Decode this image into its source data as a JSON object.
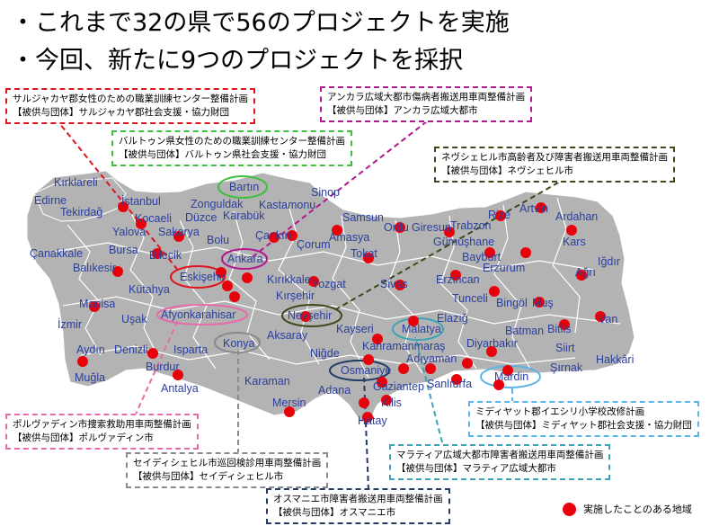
{
  "bullets": [
    "・これまで32の県で56のプロジェクトを実施",
    "・今回、新たに9つのプロジェクトを採択"
  ],
  "projects": {
    "sarujakaya": {
      "title": "サルジャカヤ郡女性のための職業訓練センター整備計画",
      "recipient": "【被供与団体】サルジャカヤ郡社会支援・協力財団",
      "color": "#e0141e"
    },
    "bartin": {
      "title": "バルトゥン県女性のための職業訓練センター整備計画",
      "recipient": "【被供与団体】バルトゥン県社会支援・協力財団",
      "color": "#3cc13c"
    },
    "ankara": {
      "title": "アンカラ広域大都市傷病者搬送用車両整備計画",
      "recipient": "【被供与団体】アンカラ広域大都市",
      "color": "#b2188f"
    },
    "nevsehir": {
      "title": "ネヴシェヒル市高齢者及び障害者搬送用車両整備計画",
      "recipient": "【被供与団体】ネヴシェヒル市",
      "color": "#3a4a1a"
    },
    "polatli": {
      "title": "ポルヴァディン市捜索救助用車両整備計画",
      "recipient": "【被供与団体】ポルヴァディン市",
      "color": "#e86aa8"
    },
    "seydisehir": {
      "title": "セイディシェヒル市巡回検診用車両整備計画",
      "recipient": "【被供与団体】セイディシェヒル市",
      "color": "#8a8a8a"
    },
    "osmaniye": {
      "title": "オスマニエ市障害者搬送用車両整備計画",
      "recipient": "【被供与団体】オスマニエ市",
      "color": "#223a66"
    },
    "malatya": {
      "title": "マラティア広域大都市障害者搬送用車両整備計画",
      "recipient": "【被供与団体】マラティア広域大都市",
      "color": "#3aa3b8"
    },
    "midyat": {
      "title": "ミディヤット郡イエシリ小学校改修計画",
      "recipient": "【被供与団体】ミディヤット郡社会支援・協力財団",
      "color": "#5ab4e6"
    }
  },
  "legend": {
    "label": "実施したことのある地域",
    "color": "#e8000b"
  },
  "cities": [
    "Kırklareli",
    "Edirne",
    "Tekirdağ",
    "İstanbul",
    "Kocaeli",
    "Düzce",
    "Zonguldak",
    "Bartın",
    "Sinop",
    "Kastamonu",
    "Karabük",
    "Yalova",
    "Sakarya",
    "Bolu",
    "Çankırı",
    "Samsun",
    "Ordu",
    "Giresun",
    "Trabzon",
    "Rize",
    "Artvin",
    "Ardahan",
    "Çanakkale",
    "Bursa",
    "Bilecik",
    "Ankara",
    "Çorum",
    "Amasya",
    "Tokat",
    "Gümüşhane",
    "Bayburt",
    "Erzurum",
    "Kars",
    "Iğdır",
    "Ağrı",
    "Balıkesir",
    "Eskişehir",
    "Kırıkkale",
    "Yozgat",
    "Sivas",
    "Erzincan",
    "Kütahya",
    "Kırşehir",
    "Tunceli",
    "Bingöl",
    "Muş",
    "Manisa",
    "Uşak",
    "Afyonkarahisar",
    "Nevşehir",
    "Kayseri",
    "Elazığ",
    "Malatya",
    "Bitlis",
    "Van",
    "İzmir",
    "Aksaray",
    "Kahramanmaraş",
    "Diyarbakır",
    "Batman",
    "Siirt",
    "Aydın",
    "Denizli",
    "Isparta",
    "Konya",
    "Niğde",
    "Adıyaman",
    "Hakkâri",
    "Burdur",
    "Osmaniye",
    "Şanlıurfa",
    "Mardin",
    "Şırnak",
    "Muğla",
    "Antalya",
    "Karaman",
    "Adana",
    "Gaziantep",
    "Kilis",
    "Mersin",
    "Hatay"
  ]
}
